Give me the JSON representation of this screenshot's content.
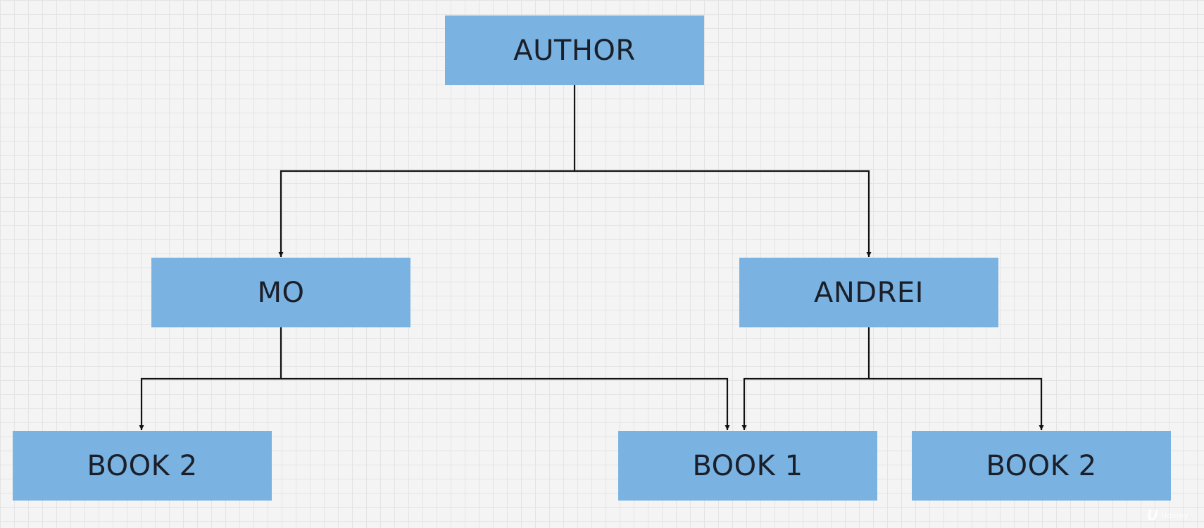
{
  "diagram": {
    "nodes": [
      {
        "id": "author",
        "label": "AUTHOR"
      },
      {
        "id": "mo",
        "label": "MO"
      },
      {
        "id": "andrei",
        "label": "ANDREI"
      },
      {
        "id": "book2_left",
        "label": "BOOK 2"
      },
      {
        "id": "book1",
        "label": "BOOK 1"
      },
      {
        "id": "book2_right",
        "label": "BOOK 2"
      }
    ],
    "edges": [
      {
        "from": "author",
        "to": "mo"
      },
      {
        "from": "author",
        "to": "andrei"
      },
      {
        "from": "mo",
        "to": "book2_left"
      },
      {
        "from": "mo",
        "to": "book1"
      },
      {
        "from": "andrei",
        "to": "book1"
      },
      {
        "from": "andrei",
        "to": "book2_right"
      }
    ],
    "colors": {
      "node_fill": "#7ab3e1",
      "line": "#111111",
      "background": "#f4f4f4"
    }
  },
  "watermark": {
    "logo": "U",
    "text": "Udemy"
  }
}
